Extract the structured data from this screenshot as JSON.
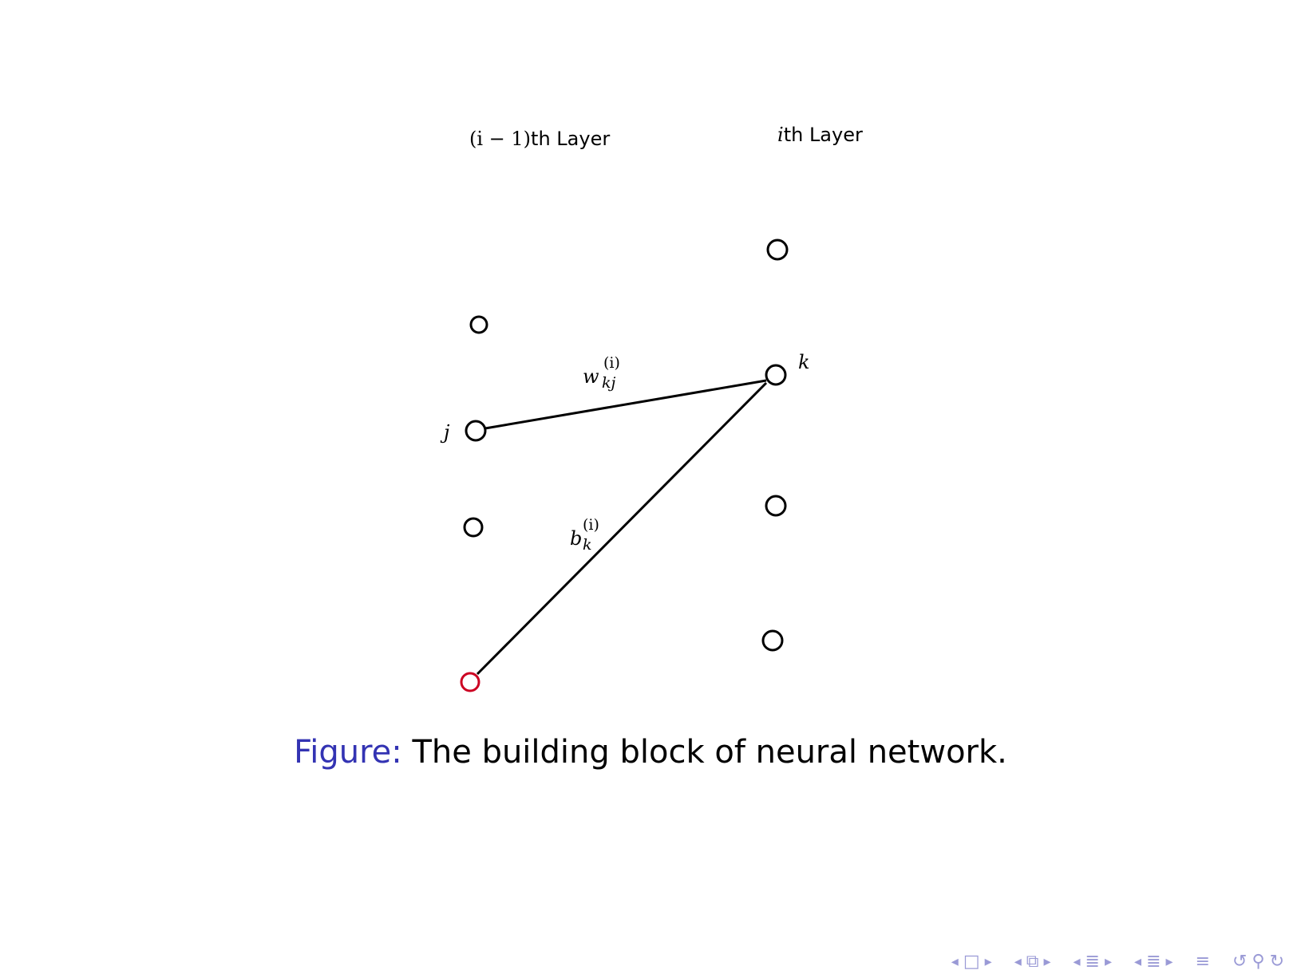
{
  "layers": {
    "left_label_math": "(i − 1)",
    "left_label_text": "th Layer",
    "right_label_math": "i",
    "right_label_text": "th Layer"
  },
  "node_labels": {
    "j": "j",
    "k": "k"
  },
  "edge_labels": {
    "weight": {
      "base": "w",
      "sup": "(i)",
      "sub": "kj"
    },
    "bias": {
      "base": "b",
      "sup": "(i)",
      "sub": "k"
    }
  },
  "caption": {
    "prefix": "Figure:",
    "text": "The building block of neural network."
  },
  "colors": {
    "node_stroke": "#000000",
    "bias_node_stroke": "#cc0022",
    "caption_prefix": "#3333b3",
    "nav": "#9a9ad6"
  },
  "nav": {
    "icons": [
      "arrow-left-icon",
      "frame-icon",
      "arrow-right-icon",
      "arrow-left-icon",
      "subsection-icon",
      "arrow-right-icon",
      "arrow-left-icon",
      "section-icon",
      "arrow-right-icon",
      "arrow-left-icon",
      "align-icon",
      "arrow-right-icon",
      "align-icon",
      "search-icon"
    ]
  }
}
